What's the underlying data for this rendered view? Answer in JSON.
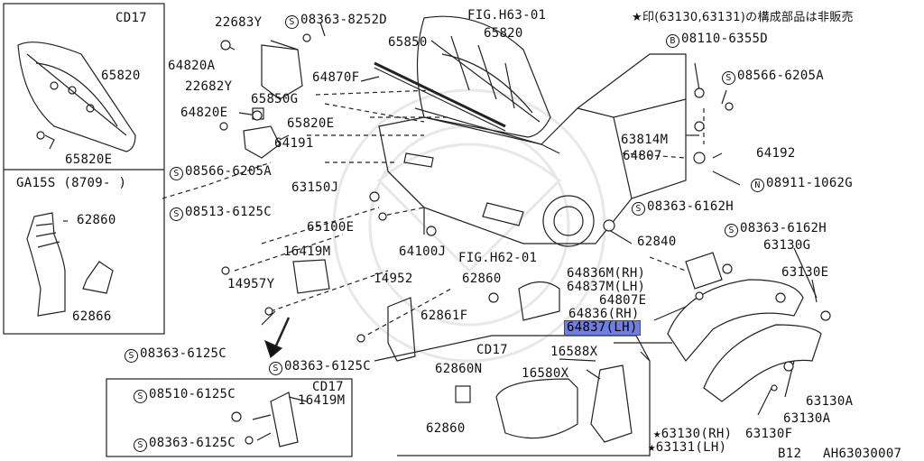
{
  "note": "★印(63130,63131)の構成部品は非販売",
  "footer": {
    "left": "B12",
    "right": "AH63030007"
  },
  "inset_top": {
    "title": "CD17",
    "parts": [
      "65820",
      "65820E"
    ]
  },
  "inset_mid": {
    "title": "GA15S (8709-  )",
    "parts": [
      "62860",
      "62866"
    ]
  },
  "inset_bottom": {
    "title": "CD17",
    "parts": [
      "08510-6125C",
      "16419M",
      "08363-6125C"
    ]
  },
  "cd17_group": {
    "title": "CD17",
    "parts": [
      "16588X",
      "62860N",
      "16580X",
      "62860"
    ]
  },
  "labels": {
    "l_22683y": "22683Y",
    "l_08363_8252d": "08363-8252D",
    "l_fig_h63": "FIG.H63-01",
    "l_65820": "65820",
    "l_65850": "65850",
    "l_64820a": "64820A",
    "l_64870f": "64870F",
    "l_22682y": "22682Y",
    "l_65850g": "65850G",
    "l_64820e": "64820E",
    "l_65820e": "65820E",
    "l_64191": "64191",
    "l_08566_6205a_l": "08566-6205A",
    "l_63150j": "63150J",
    "l_08513_6125c": "08513-6125C",
    "l_65100e": "65100E",
    "l_16419m": "16419M",
    "l_64100j": "64100J",
    "l_14957y": "14957Y",
    "l_14952": "14952",
    "l_fig_h62": "FIG.H62-01",
    "l_62860a": "62860",
    "l_62861f": "62861F",
    "l_08363_6125c_a": "08363-6125C",
    "l_08363_6125c_b": "08363-6125C",
    "l_08110_6355d": "08110-6355D",
    "l_08566_6205a_r": "08566-6205A",
    "l_63814m": "63814M",
    "l_64807": "64807",
    "l_64192": "64192",
    "l_08911_1062g": "08911-1062G",
    "l_08363_6162h_a": "08363-6162H",
    "l_08363_6162h_b": "08363-6162H",
    "l_62840": "62840",
    "l_63130g": "63130G",
    "l_64836m": "64836M(RH)",
    "l_64837m": "64837M(LH)",
    "l_63130e": "63130E",
    "l_64807e": "64807E",
    "l_64836rh": "64836(RH)",
    "l_64837lh": "64837(LH)",
    "l_63130a_a": "63130A",
    "l_63130a_b": "63130A",
    "l_63130f": "63130F",
    "l_63130rh": "63130(RH)",
    "l_63131lh": "63131(LH)"
  }
}
